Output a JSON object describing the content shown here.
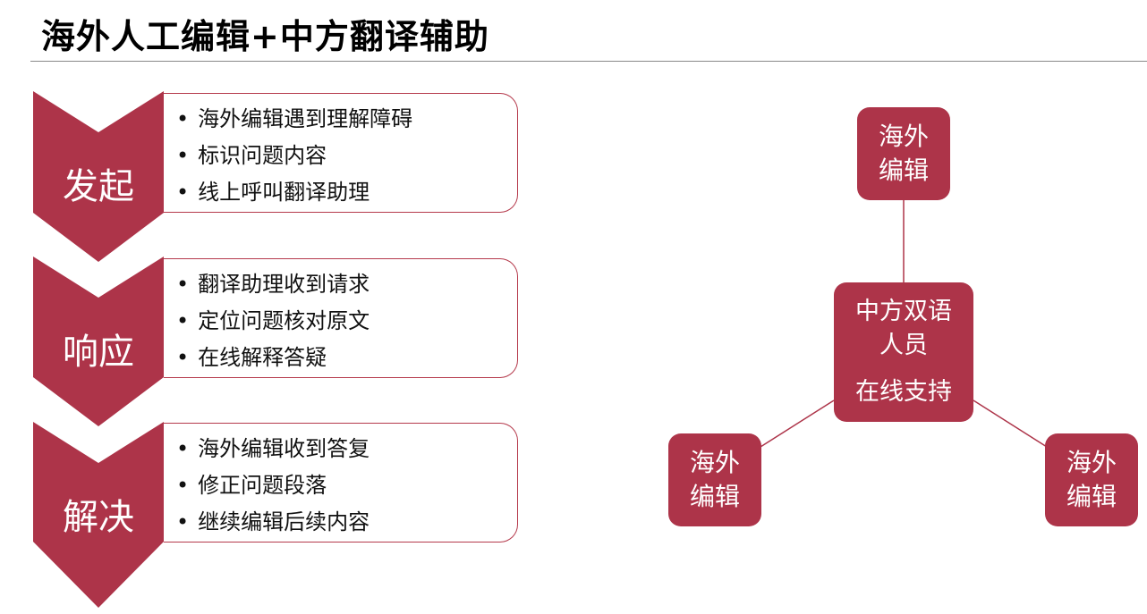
{
  "title": "海外人工编辑+中方翻译辅助",
  "stages": [
    {
      "label": "发起",
      "items": [
        "海外编辑遇到理解障碍",
        "标识问题内容",
        "线上呼叫翻译助理"
      ]
    },
    {
      "label": "响应",
      "items": [
        "翻译助理收到请求",
        "定位问题核对原文",
        "在线解释答疑"
      ]
    },
    {
      "label": "解决",
      "items": [
        "海外编辑收到答复",
        "修正问题段落",
        "继续编辑后续内容"
      ]
    }
  ],
  "hub": {
    "center_line1": "中方双语",
    "center_line2": "人员",
    "center_line3": "在线支持",
    "top_line1": "海外",
    "top_line2": "编辑",
    "left_line1": "海外",
    "left_line2": "编辑",
    "right_line1": "海外",
    "right_line2": "编辑"
  },
  "colors": {
    "accent": "#ad3449",
    "outline": "#b53a4c"
  }
}
